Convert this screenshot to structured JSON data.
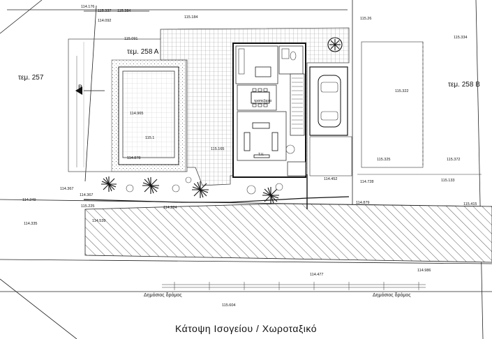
{
  "caption": "Κάτοψη Ισογείου / Χωροταξικό",
  "parcels": {
    "left": "τεμ. 257",
    "center": "τεμ. 258 Α",
    "right": "τεμ. 258 Β"
  },
  "road_labels": {
    "left": "Δημόσιος δρόμος",
    "right": "Δημόσιος δρόμος"
  },
  "section_marker": "B",
  "room_labels": {
    "dining": "τραπεζαρία",
    "tv": "T.V."
  },
  "elevations": {
    "e1": "114.176",
    "e2": "115.337",
    "e3": "115.384",
    "e4": "114.092",
    "e5": "115.184",
    "e6": "115.091",
    "e7": "115.26",
    "e8": "115.334",
    "e9": "115.322",
    "e10": "114.965",
    "e11": "115.1",
    "e12": "114.878",
    "e13": "115.165",
    "e14": "115.325",
    "e15": "115.372",
    "e16": "114.728",
    "e17": "114.367",
    "e18": "114.249",
    "e19": "114.367",
    "e20": "114.224",
    "e21": "114.452",
    "e22": "115.133",
    "e23": "114.879",
    "e24": "115.415",
    "e25": "114.539",
    "e26": "114.986",
    "e27": "114.477",
    "e28": "115.604",
    "e29": "114.335",
    "e30": "115.225"
  },
  "colors": {
    "line": "#1a1a1a",
    "hatch": "#333333",
    "paving": "#9a9a9a"
  }
}
